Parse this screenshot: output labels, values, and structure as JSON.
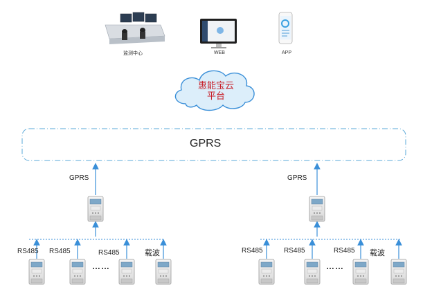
{
  "top_nodes": {
    "monitor_center": "监测中心",
    "web": "WEB",
    "app": "APP"
  },
  "platform": {
    "line1": "惠能宝云",
    "line2": "平台"
  },
  "network": "GPRS",
  "left_group": {
    "uplink_label": "GPRS",
    "bus_labels": [
      "RS485",
      "RS485",
      "RS485"
    ],
    "carrier_label": "载波",
    "ellipsis": "……"
  },
  "right_group": {
    "uplink_label": "GPRS",
    "bus_labels": [
      "RS485",
      "RS485",
      "RS485"
    ],
    "carrier_label": "载波",
    "ellipsis": "……"
  },
  "colors": {
    "link": "#3a8fd8",
    "dash_box": "#5aa8d8",
    "cloud_fill": "#dceefa",
    "cloud_stroke": "#3a8fd8",
    "cloud_text": "#c8202a"
  }
}
